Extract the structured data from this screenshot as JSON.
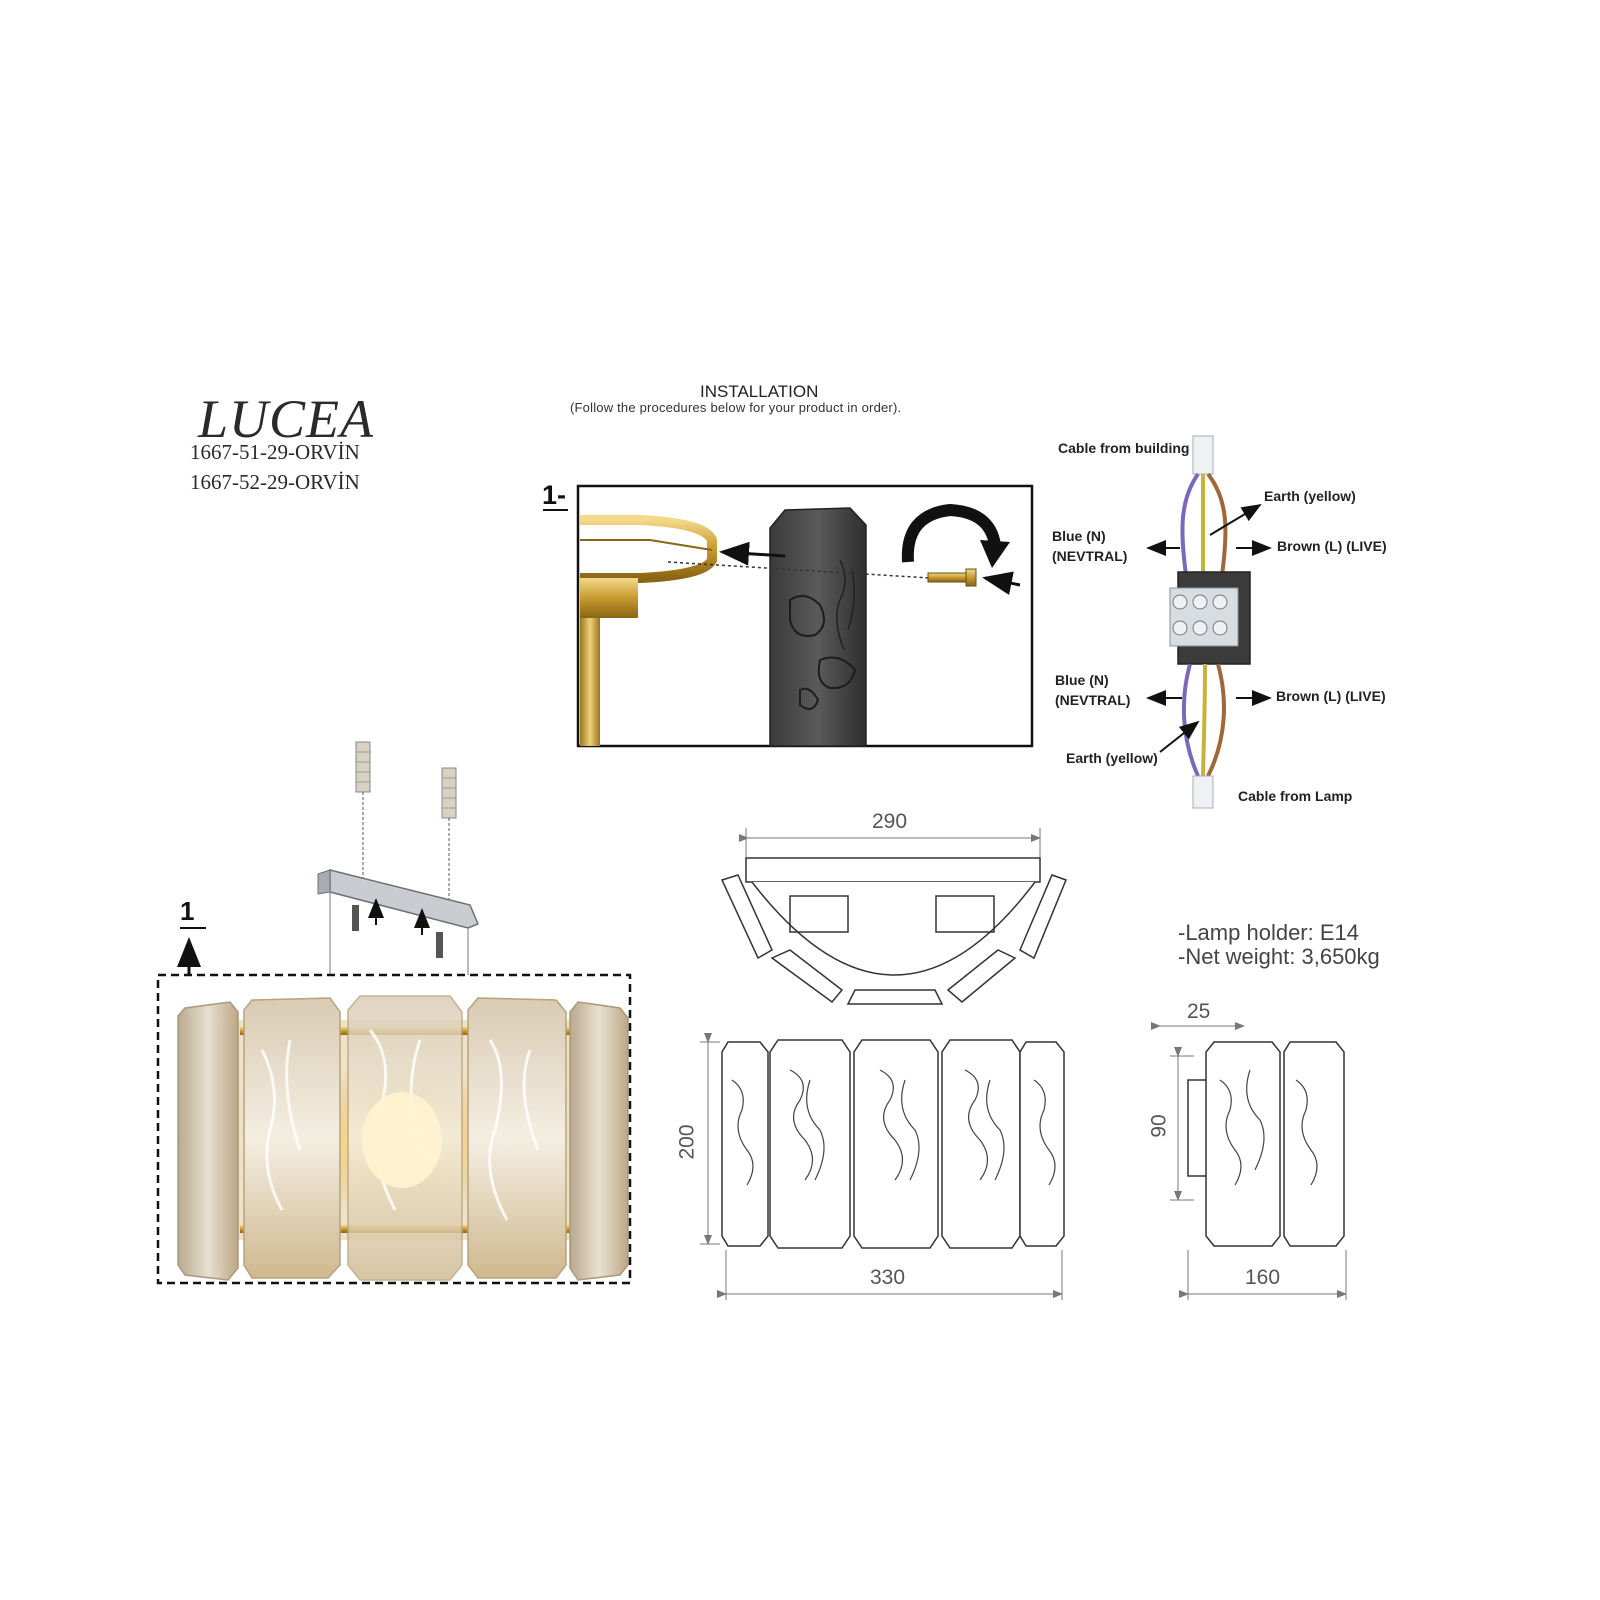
{
  "product": {
    "name": "LUCEA",
    "codes": [
      "1667-51-29-ORVİN",
      "1667-52-29-ORVİN"
    ]
  },
  "installation": {
    "title": "INSTALLATION",
    "subtitle": "(Follow the procedures below for your product in order).",
    "step_label": "1-"
  },
  "assembly": {
    "step_label": "1"
  },
  "wiring": {
    "cable_from_building": "Cable from building",
    "earth_top": "Earth (yellow)",
    "blue_top_line1": "Blue (N)",
    "blue_top_line2": "(NEVTRAL)",
    "brown_top": "Brown (L) (LIVE)",
    "blue_bottom_line1": "Blue (N)",
    "blue_bottom_line2": "(NEVTRAL)",
    "brown_bottom": "Brown (L) (LIVE)",
    "earth_bottom": "Earth (yellow)",
    "cable_from_lamp": "Cable from Lamp",
    "colors": {
      "blue": "#7b68b8",
      "yellow": "#c8b33a",
      "brown": "#a0673a"
    }
  },
  "dimensions": {
    "top_width": "290",
    "front_height": "200",
    "front_width": "330",
    "side_offset": "25",
    "side_height": "90",
    "side_depth": "160"
  },
  "specs": {
    "lamp_holder": "-Lamp holder: E14",
    "net_weight": "-Net weight: 3,650kg"
  }
}
